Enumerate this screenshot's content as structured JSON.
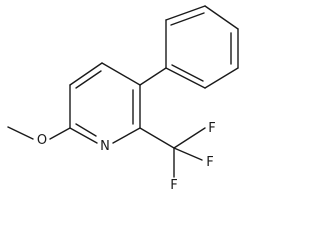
{
  "molecule": {
    "atoms": {
      "oxygen": "O",
      "nitrogen": "N",
      "fluorine_1": "F",
      "fluorine_2": "F",
      "fluorine_3": "F"
    },
    "colors": {
      "ink": "#1a1a1a",
      "background": "#ffffff"
    }
  }
}
